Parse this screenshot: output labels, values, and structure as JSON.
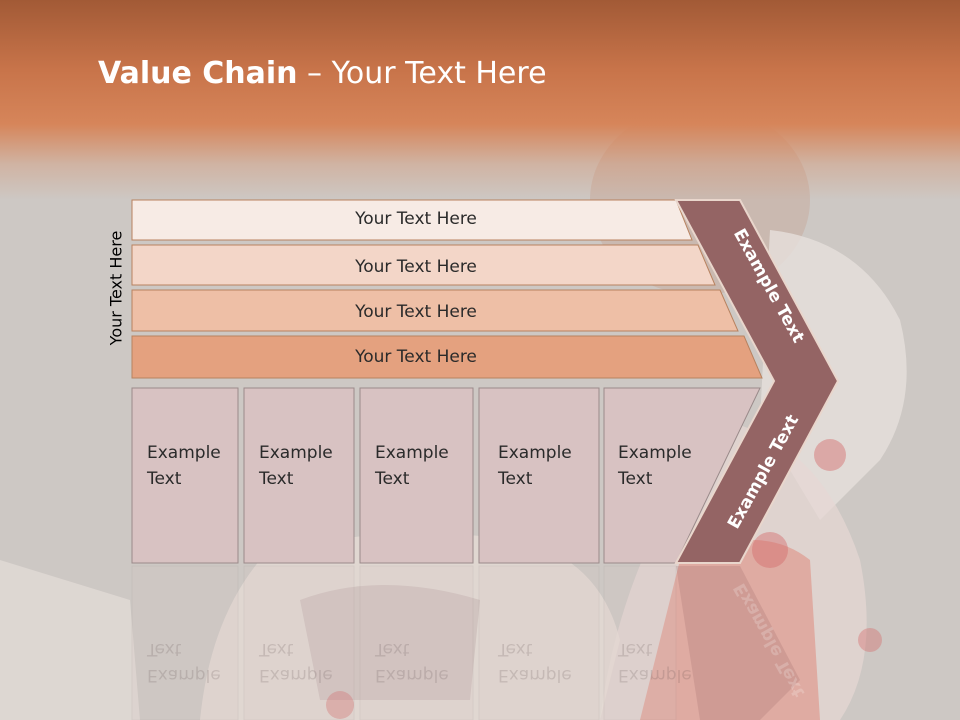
{
  "title": {
    "bold": "Value Chain",
    "rest": " – Your Text Here"
  },
  "side_label": "Your Text Here",
  "bars": [
    {
      "label": "Your Text Here",
      "fill": "#f7ebe5"
    },
    {
      "label": "Your Text Here",
      "fill": "#f3d6c8"
    },
    {
      "label": "Your Text Here",
      "fill": "#eebfa6"
    },
    {
      "label": "Your Text Here",
      "fill": "#e4a17f"
    }
  ],
  "columns": [
    {
      "line1": "Example",
      "line2": "Text"
    },
    {
      "line1": "Example",
      "line2": "Text"
    },
    {
      "line1": "Example",
      "line2": "Text"
    },
    {
      "line1": "Example",
      "line2": "Text"
    },
    {
      "line1": "Example",
      "line2": "Text"
    }
  ],
  "chevron": {
    "upper": "Example Text",
    "lower": "Example Text",
    "fill": "#946464"
  },
  "colors": {
    "column_fill": "#d8c2c2",
    "header_accent": "#d6855a"
  }
}
